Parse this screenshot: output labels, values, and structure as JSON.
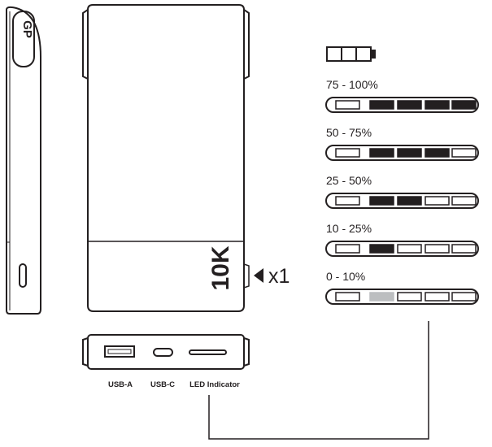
{
  "device": {
    "logo_text": "GP",
    "capacity_label": "10K",
    "press_instruction": "x1"
  },
  "ports": [
    {
      "label": "USB-A"
    },
    {
      "label": "USB-C"
    },
    {
      "label": "LED Indicator"
    }
  ],
  "battery_levels": [
    {
      "range": "75 - 100%",
      "lit": 4,
      "blinking": 0
    },
    {
      "range": "50 - 75%",
      "lit": 3,
      "blinking": 0
    },
    {
      "range": "25 - 50%",
      "lit": 2,
      "blinking": 0
    },
    {
      "range": "10 - 25%",
      "lit": 1,
      "blinking": 0
    },
    {
      "range": "0 - 10%",
      "lit": 0,
      "blinking": 1
    }
  ],
  "colors": {
    "outline": "#231f20",
    "led_on": "#231f20",
    "led_low": "#bcbec0",
    "led_off": "#ffffff"
  }
}
